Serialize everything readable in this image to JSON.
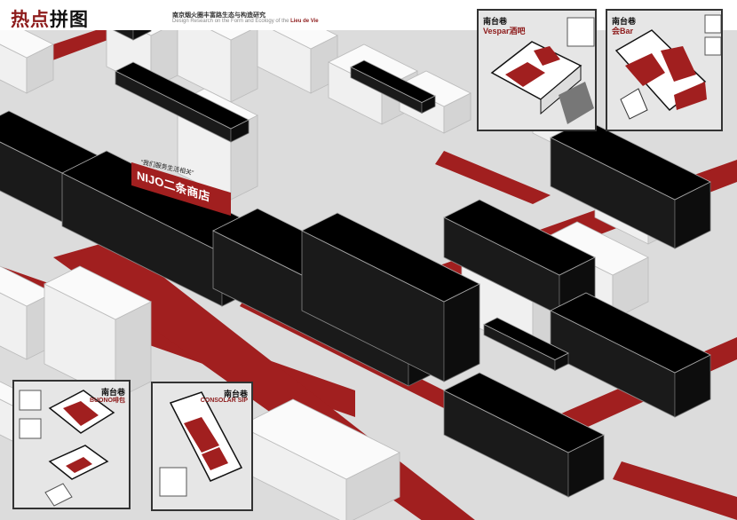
{
  "header": {
    "title_red": "热点",
    "title_black": "拼图",
    "subtitle_cn": "南京烟火圈丰富路生态与构造研究",
    "subtitle_en_prefix": "Design Research on the Form and Ecology of the ",
    "subtitle_en_highlight": "Lieu de Vie"
  },
  "signage": {
    "shop_sign": "NIJO二条商店",
    "slogan": "“我们服务生活相关”"
  },
  "panels": [
    {
      "title": "南台巷",
      "name": "Vespar酒吧"
    },
    {
      "title": "南台巷",
      "name": "会Bar"
    },
    {
      "title": "南台巷",
      "name": "BUONO啡包"
    },
    {
      "title": "南台巷",
      "name": "CONSOLAR SIP"
    }
  ],
  "colors": {
    "accent": "#a11f1f",
    "background": "#dcdcdc",
    "building_dark": "#111111",
    "building_light": "#f4f4f4"
  }
}
